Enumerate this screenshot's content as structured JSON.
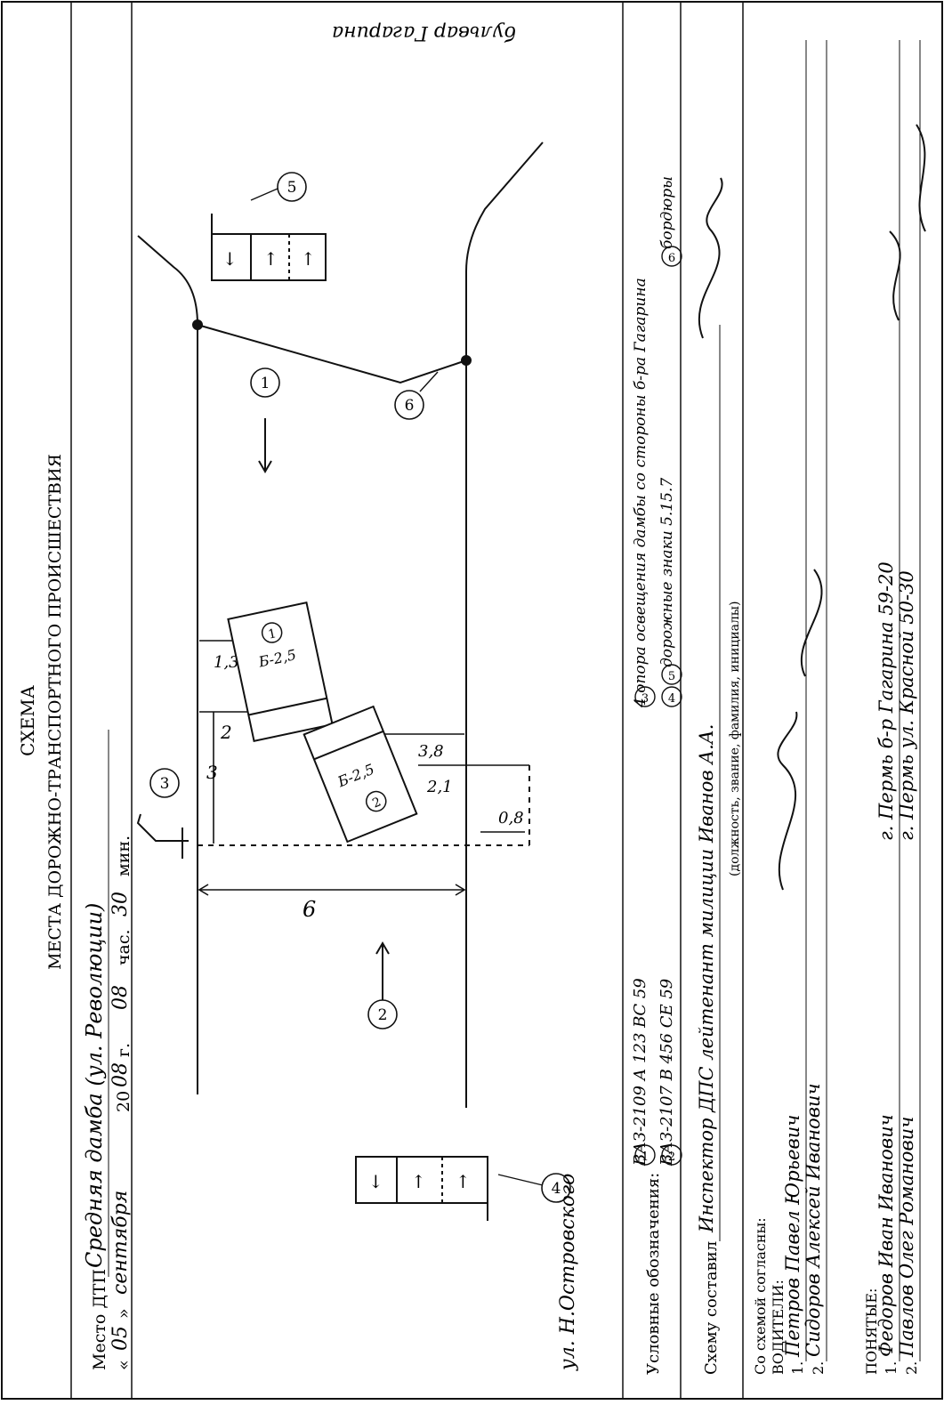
{
  "header": {
    "title": "СХЕМА",
    "subtitle": "МЕСТА ДОРОЖНО-ТРАНСПОРТНОГО ПРОИСШЕСТВИЯ",
    "place_label": "Место ДТП",
    "place_value": "Средняя дамба (ул. Революции)",
    "quote_open": "«",
    "day": "05",
    "quote_close": "»",
    "month": "сентября",
    "year_prefix": "20",
    "year": "08",
    "year_suffix": "г.",
    "hour": "08",
    "hour_label": "час.",
    "minute": "30",
    "minute_label": "мин."
  },
  "diagram": {
    "street_top": "бульвар Гагарина",
    "street_bottom": "ул. Н.Островского",
    "markers": [
      "1",
      "2",
      "3",
      "4",
      "5",
      "6"
    ],
    "car1_label": "Б-2,5",
    "car1_num": "1",
    "car2_label": "Б-2,5",
    "car2_num": "2",
    "dim_road_width": "6",
    "dim_3": "3",
    "dim_2": "2",
    "dim_1_3": "1,3",
    "dim_3_8": "3,8",
    "dim_2_1": "2,1",
    "dim_0_8": "0,8"
  },
  "legend": {
    "label": "Условные обозначения:",
    "items": [
      {
        "num": "1",
        "text": "ВАЗ-2109   А 123 ВС 59"
      },
      {
        "num": "2",
        "text": "ВАЗ-2107   В 456 СЕ 59"
      },
      {
        "num": "3",
        "text": "4 опора освещения дамбы со стороны б-ра Гагарина"
      },
      {
        "num": "4",
        "num2": "5",
        "text": "дорожные знаки 5.15.7"
      },
      {
        "num": "6",
        "text": "бордюры"
      }
    ]
  },
  "compiler": {
    "label": "Схему составил",
    "value": "Инспектор ДПС   лейтенант милиции   Иванов А.А.",
    "caption": "(должность, звание, фамилия, инициалы)"
  },
  "agreed": {
    "label": "Со схемой согласны:",
    "drivers_label": "ВОДИТЕЛИ:",
    "drivers": [
      {
        "idx": "1.",
        "name": "Петров Павел Юрьевич"
      },
      {
        "idx": "2.",
        "name": "Сидоров Алексей Иванович"
      }
    ],
    "witnesses_label": "ПОНЯТЫЕ:",
    "witnesses": [
      {
        "idx": "1.",
        "name": "Федоров Иван Иванович",
        "address": "г. Пермь б-р Гагарина 59-20"
      },
      {
        "idx": "2.",
        "name": "Павлов Олег Романович",
        "address": "г. Пермь ул. Красной 50-30"
      }
    ]
  }
}
